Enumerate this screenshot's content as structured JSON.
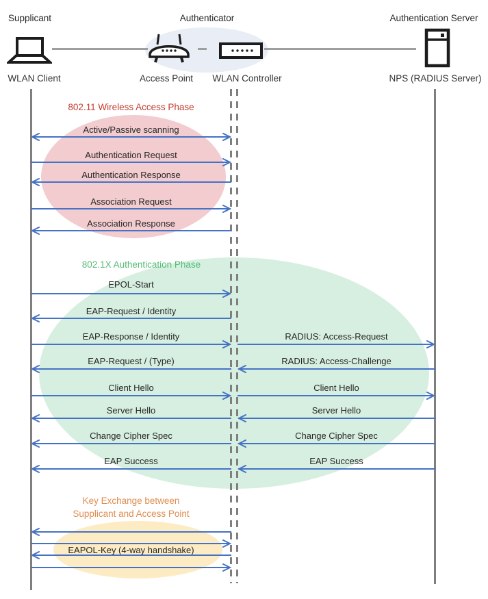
{
  "actors": {
    "roles": [
      {
        "label": "Supplicant"
      },
      {
        "label": "Authenticator"
      },
      {
        "label": "Authentication Server"
      }
    ],
    "nodes": [
      {
        "label": "WLAN Client",
        "icon": "laptop-icon"
      },
      {
        "label": "Access Point",
        "icon": "access-point-icon"
      },
      {
        "label": "WLAN Controller",
        "icon": "wlan-controller-icon"
      },
      {
        "label": "NPS (RADIUS Server)",
        "icon": "server-icon"
      }
    ]
  },
  "phases": [
    {
      "title": "802.11 Wireless Access Phase",
      "title_color": "#C23B2D",
      "ellipse_color": "#F2CCCF"
    },
    {
      "title": "802.1X Authentication Phase",
      "title_color": "#55BB76",
      "ellipse_color": "#D6EFE0"
    },
    {
      "title_line1": "Key Exchange between",
      "title_line2": "Supplicant and Access Point",
      "title_color": "#E08D50",
      "ellipse_color": "#FDEBC3"
    }
  ],
  "sequence": {
    "left_lane": {
      "from": "WLAN Client",
      "to": "WLAN Controller"
    },
    "right_lane": {
      "from": "WLAN Controller",
      "to": "NPS (RADIUS Server)"
    },
    "left": [
      {
        "label": "Active/Passive scanning",
        "direction": "both"
      },
      {
        "label": "Authentication Request",
        "direction": "right"
      },
      {
        "label": "Authentication Response",
        "direction": "left"
      },
      {
        "label": "Association Request",
        "direction": "right"
      },
      {
        "label": "Association Response",
        "direction": "left"
      },
      {
        "label": "EPOL-Start",
        "direction": "right"
      },
      {
        "label": "EAP-Request / Identity",
        "direction": "left"
      },
      {
        "label": "EAP-Response / Identity",
        "direction": "right"
      },
      {
        "label": "EAP-Request / (Type)",
        "direction": "left"
      },
      {
        "label": "Client Hello",
        "direction": "right"
      },
      {
        "label": "Server Hello",
        "direction": "left"
      },
      {
        "label": "Change Cipher Spec",
        "direction": "left"
      },
      {
        "label": "EAP Success",
        "direction": "left"
      }
    ],
    "right": [
      {
        "label": "RADIUS: Access-Request",
        "direction": "right"
      },
      {
        "label": "RADIUS: Access-Challenge",
        "direction": "left"
      },
      {
        "label": "Client Hello",
        "direction": "right"
      },
      {
        "label": "Server Hello",
        "direction": "left"
      },
      {
        "label": "Change Cipher Spec",
        "direction": "left"
      },
      {
        "label": "EAP Success",
        "direction": "left"
      }
    ],
    "key_exchange": {
      "label": "EAPOL-Key (4-way handshake)",
      "arrows": [
        "left",
        "right",
        "left",
        "right"
      ]
    }
  },
  "colors": {
    "arrow": "#4472C4",
    "lifeline": "#7F7F7F",
    "message_text": "#262626",
    "authenticator_ellipse": "#E9EDF5",
    "connector_line": "#9E9E9E"
  }
}
